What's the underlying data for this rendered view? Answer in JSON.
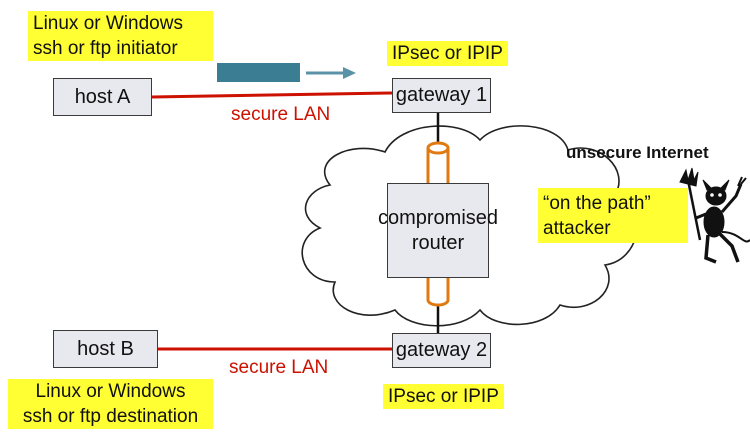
{
  "notes": {
    "host_a": "Linux or Windows\nssh or ftp initiator",
    "host_b": "Linux or Windows\nssh or ftp destination",
    "gateway_1": "IPsec or IPIP",
    "gateway_2": "IPsec or IPIP",
    "attacker": "“on the path”\nattacker"
  },
  "boxes": {
    "host_a": "host A",
    "host_b": "host B",
    "gateway_1": "gateway 1",
    "gateway_2": "gateway 2",
    "router": "compromised\nrouter"
  },
  "links": {
    "lan_top": "secure LAN",
    "lan_bottom": "secure LAN"
  },
  "internet_label": "unsecure Internet",
  "colors": {
    "note_bg": "#ffff33",
    "lan_line": "#cc1100",
    "tunnel": "#e07a10",
    "packet": "#3b7d92",
    "box_bg": "#e8e8ef"
  },
  "icons": {
    "packet": "packet-rectangle",
    "arrow": "right-arrow-icon",
    "attacker": "devil-icon",
    "cloud": "cloud-shape"
  }
}
